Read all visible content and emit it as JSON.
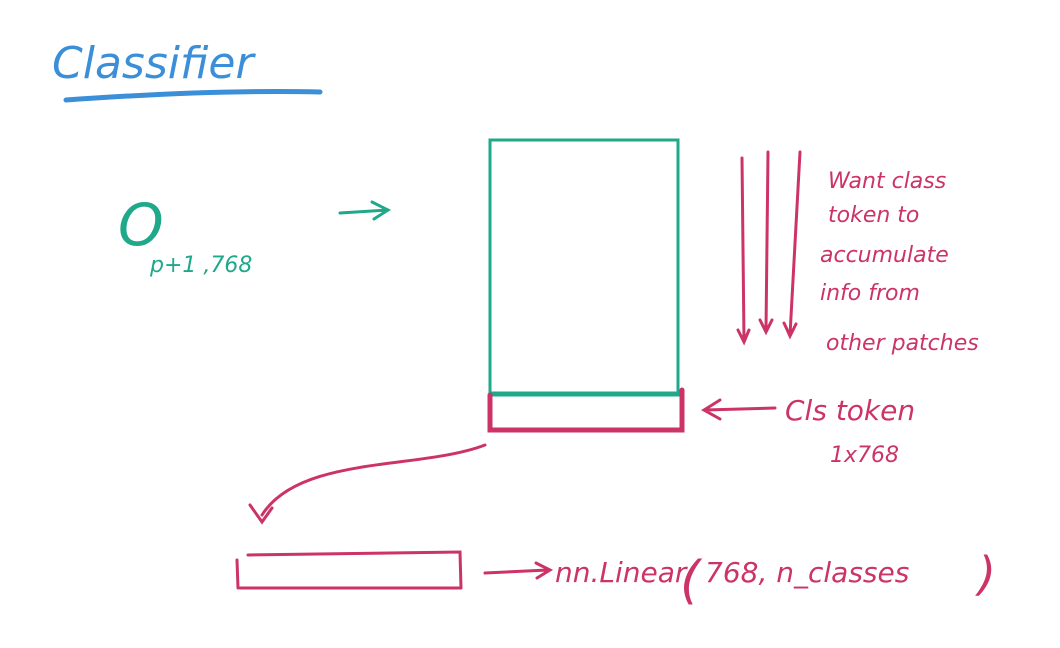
{
  "title": "Classifier",
  "input_symbol": "O",
  "input_subscript": "p+1 ,768",
  "note_lines": [
    "Want class",
    "token to",
    "accumulate",
    "info from",
    "other patches"
  ],
  "cls_label_line1": "Cls token",
  "cls_label_line2": "1x768",
  "linear_label": "nn.Linear",
  "linear_args": "768, n_classes",
  "colors": {
    "title": "#3b8fd9",
    "teal": "#1fa88a",
    "magenta": "#cc3366"
  }
}
